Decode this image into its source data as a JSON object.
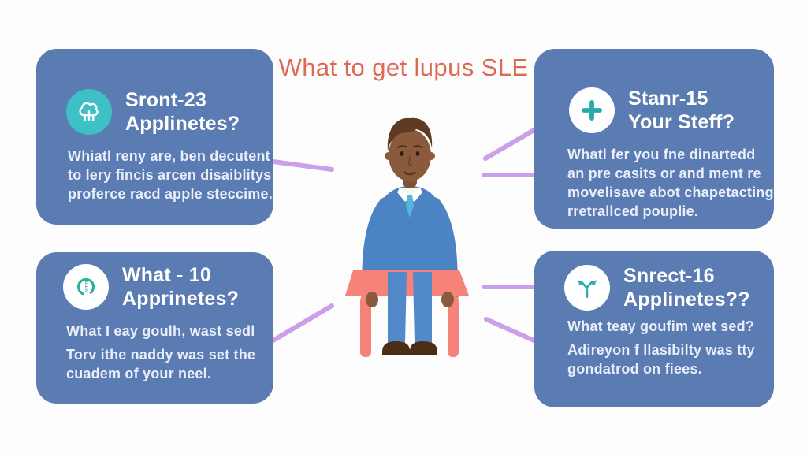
{
  "title": "What to get lupus SLE",
  "colors": {
    "card_bg": "#5a7cb2",
    "title_color": "#dd6954",
    "icon_teal": "#2fb3b8",
    "connector_purple": "#c99ae8",
    "table_salmon": "#f5837a",
    "sweater_blue": "#4c83c3",
    "heading_text": "#ffffff",
    "body_text": "#e9eefa"
  },
  "cards": {
    "top_left": {
      "icon": "tree-icon",
      "heading": [
        "Sront-23",
        "Applinetes?"
      ],
      "body": [
        "Whiatl reny are, ben decutent",
        "to lery fincis arcen disaiblitys",
        "proferce racd apple steccime."
      ]
    },
    "top_right": {
      "icon": "plus-icon",
      "heading": [
        "Stanr-15",
        "Your Steff?"
      ],
      "body": [
        "Whatl fer you fne dinartedd",
        "an pre casits or and ment re",
        "movelisave abot chapetacting",
        "rretrallced pouplie."
      ]
    },
    "bottom_left": {
      "icon": "gauge-icon",
      "heading": [
        "What - 10",
        "Apprinetes?"
      ],
      "body": [
        "What I eay goulh, wast sedl",
        "Torv ithe naddy was set the",
        "cuadem of your neel."
      ]
    },
    "bottom_right": {
      "icon": "branch-icon",
      "heading": [
        "Snrect-16",
        "Applinetes??"
      ],
      "body": [
        "What teay goufim wet sed?",
        "Adireyon f llasibilty was tty",
        "gondatrod on fiees."
      ]
    }
  },
  "illustration": {
    "description": "man in blue sweater and tie standing behind a salmon table"
  }
}
